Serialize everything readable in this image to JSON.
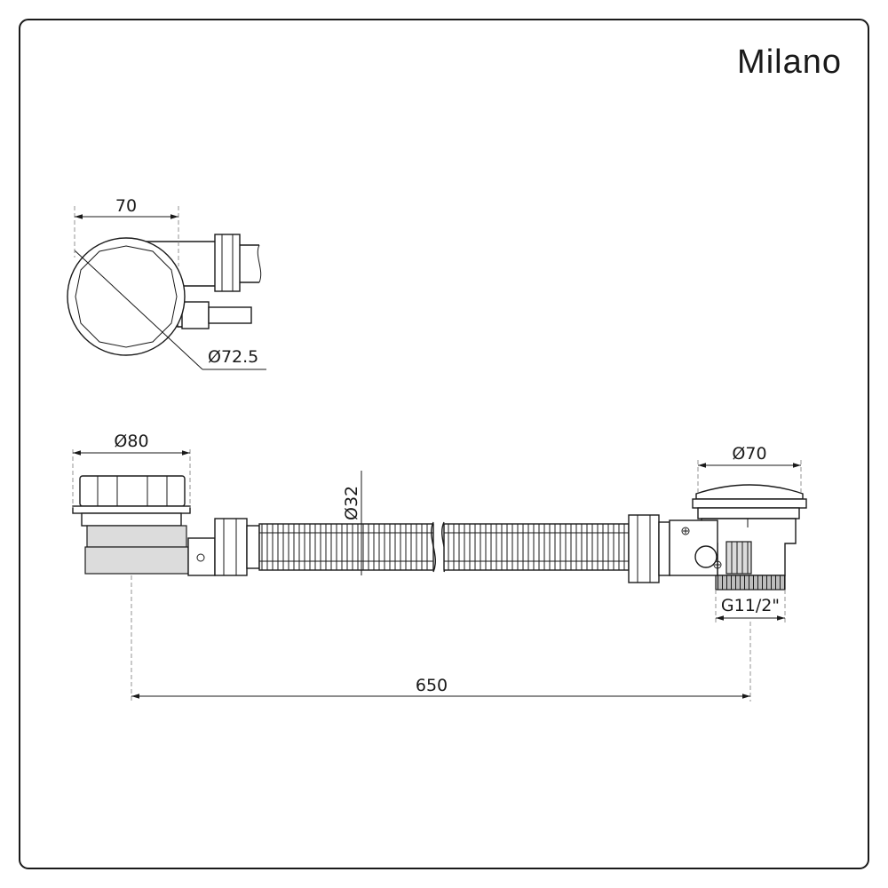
{
  "brand": {
    "name": "Milano"
  },
  "dimensions": {
    "top_width": "70",
    "top_diameter": "Ø72.5",
    "left_diameter": "Ø80",
    "pipe_diameter": "Ø32",
    "right_diameter": "Ø70",
    "thread": "G11/2\"",
    "overall_length": "650"
  }
}
